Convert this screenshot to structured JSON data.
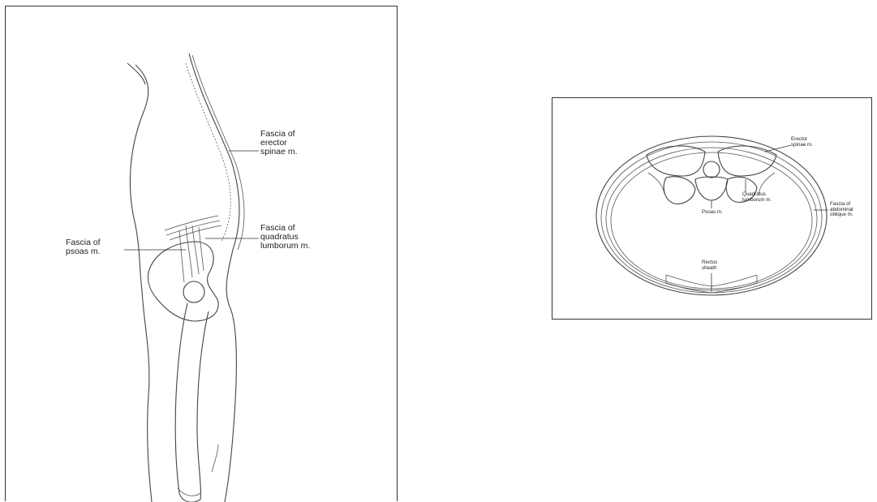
{
  "left_figure": {
    "labels": {
      "erector": [
        "Fascia of",
        "erector",
        "spinae m."
      ],
      "quadratus": [
        "Fascia of",
        "quadratus",
        "lumborum m."
      ],
      "psoas": [
        "Fascia of",
        "psoas m."
      ]
    }
  },
  "right_figure": {
    "labels": {
      "erector": [
        "Erector",
        "spinae m."
      ],
      "quadratus": [
        "Quadratus",
        "lumborum m."
      ],
      "psoas": [
        "Psoas m."
      ],
      "obliques": [
        "Fascia of",
        "abdominal",
        "oblique m."
      ],
      "rectus": [
        "Rectus",
        "sheath"
      ]
    }
  }
}
